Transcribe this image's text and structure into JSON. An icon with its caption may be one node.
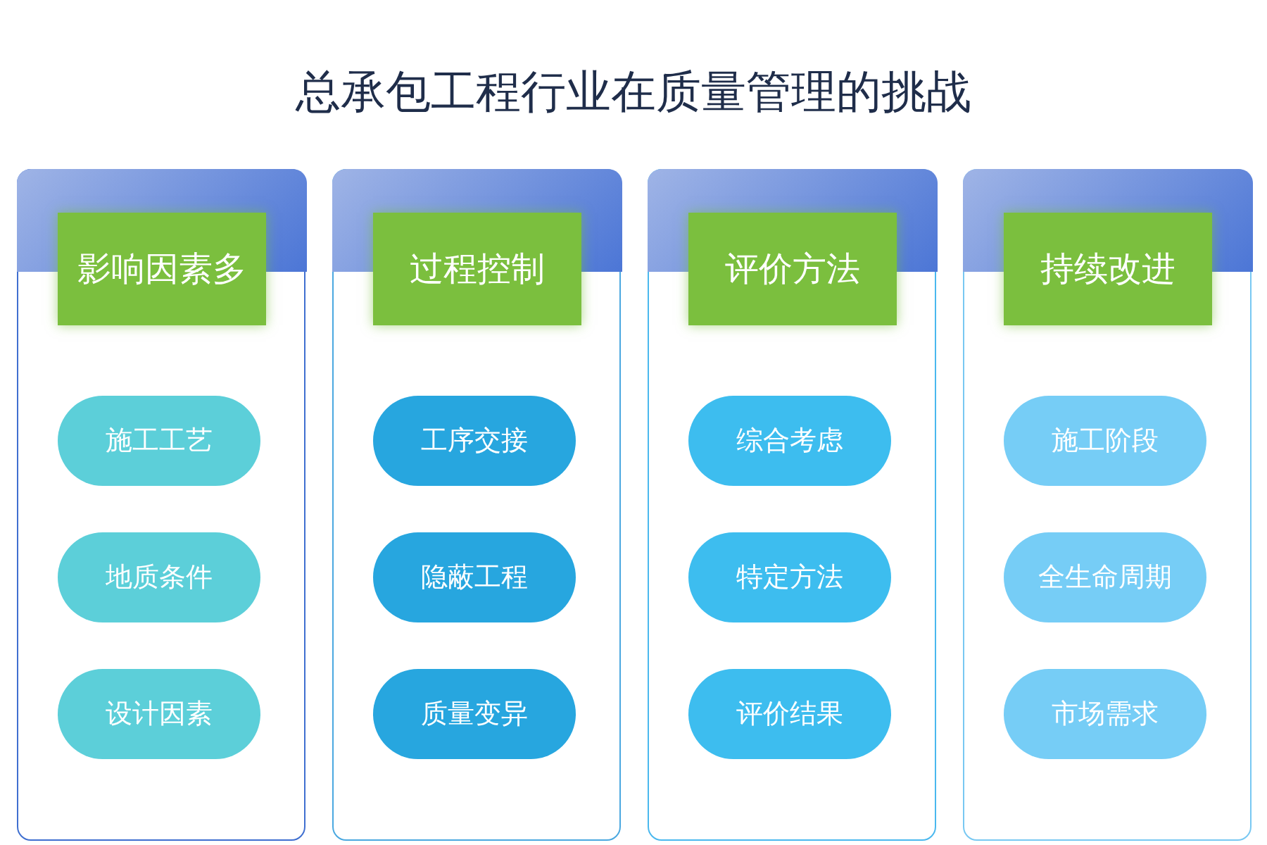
{
  "diagram": {
    "title": "总承包工程行业在质量管理的挑战",
    "nodes": [
      {
        "text": [
          "影响因素多"
        ]
      },
      {
        "text": [
          "施工工艺"
        ],
        "in": 0
      },
      {
        "text": [
          "地质条件"
        ],
        "in": 0
      },
      {
        "text": [
          "设计因素"
        ],
        "in": 0
      },
      {
        "text": [
          "过程控制"
        ]
      },
      {
        "text": [
          "工序交接"
        ],
        "in": 4
      },
      {
        "text": [
          "隐蔽工程"
        ],
        "in": 4
      },
      {
        "text": [
          "质量变异"
        ],
        "in": 4
      },
      {
        "text": [
          "评价方法"
        ]
      },
      {
        "text": [
          "综合考虑"
        ],
        "in": 8
      },
      {
        "text": [
          "特定方法"
        ],
        "in": 8
      },
      {
        "text": [
          "评价结果"
        ],
        "in": 8
      },
      {
        "text": [
          "持续改进"
        ]
      },
      {
        "text": [
          "施工阶段"
        ],
        "in": 12
      },
      {
        "text": [
          "全生命周期"
        ],
        "in": 12
      },
      {
        "text": [
          "市场需求"
        ],
        "in": 12
      }
    ]
  }
}
